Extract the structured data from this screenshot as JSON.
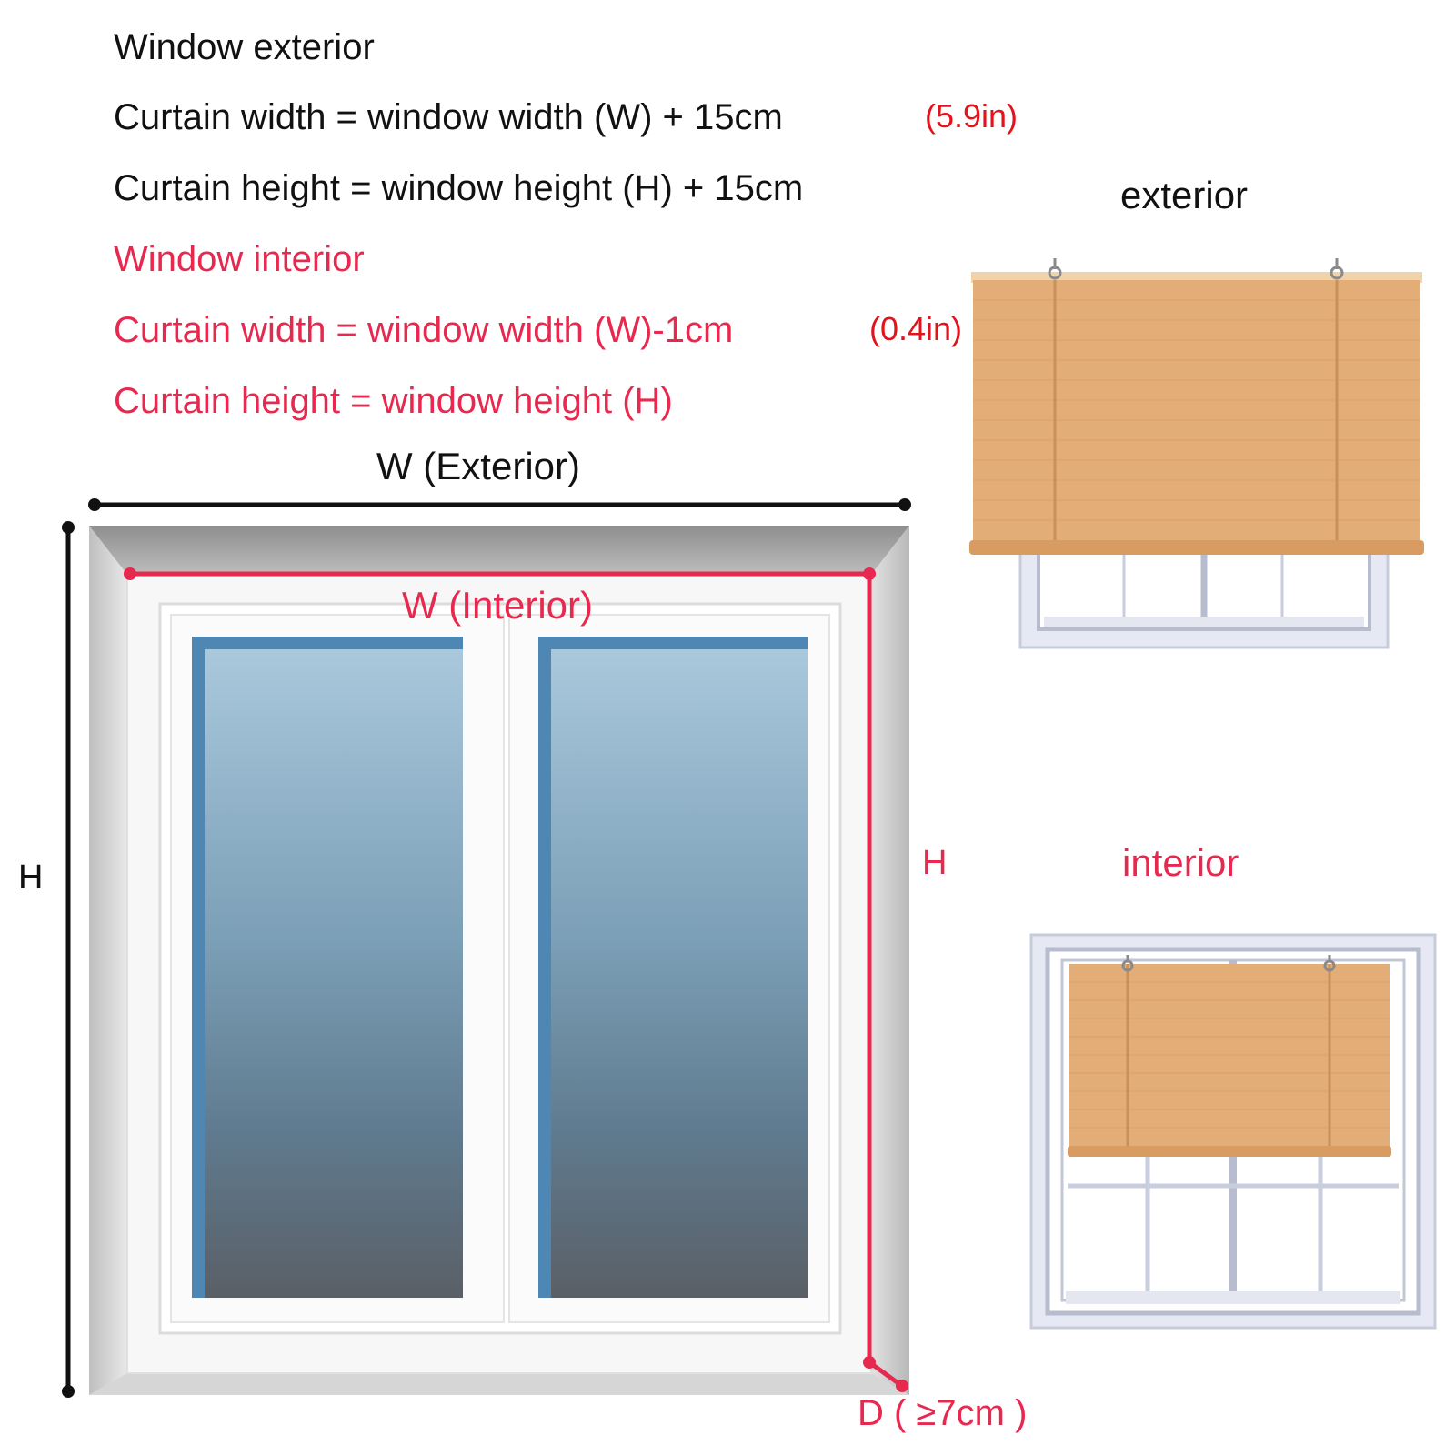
{
  "exterior_section": {
    "heading": "Window exterior",
    "width_formula": "Curtain width = window width (W) + 15cm",
    "width_inch": "(5.9in)",
    "height_formula": "Curtain height = window height (H) + 15cm"
  },
  "interior_section": {
    "heading": "Window interior",
    "width_formula": "Curtain width = window width (W)-1cm",
    "width_inch": "(0.4in)",
    "height_formula": "Curtain height = window height (H)"
  },
  "diagram": {
    "w_exterior_label": "W (Exterior)",
    "w_interior_label": "W (Interior)",
    "h_exterior_label": "H",
    "h_interior_label": "H",
    "depth_label": "D ( ≥7cm )"
  },
  "examples": {
    "exterior_label": "exterior",
    "interior_label": "interior"
  },
  "colors": {
    "text": "#111111",
    "interior_accent": "#e8294f",
    "inch_note": "#e3131b",
    "blind": "#e3ad78",
    "frame": "#ffffff",
    "glass_top": "#a9c8dc",
    "glass_bottom": "#5a646e"
  }
}
